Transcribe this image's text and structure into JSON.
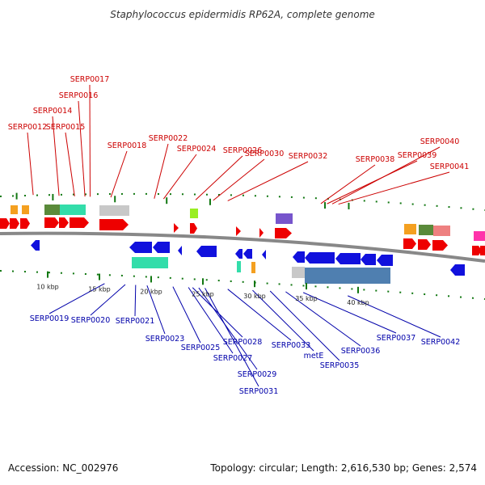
{
  "title": "Staphylococcus epidermidis RP62A, complete genome",
  "footer": {
    "accession": "Accession: NC_002976",
    "topology": "Topology: circular; Length: 2,616,530 bp; Genes: 2,574"
  },
  "colors": {
    "forward_label": "#cc0000",
    "reverse_label": "#0000aa",
    "forward_gene": "#ee0000",
    "reverse_gene": "#1111dd",
    "tick_green": "#117711",
    "backbone": "#888888"
  },
  "ticks": [
    {
      "label": "10 kbp",
      "kbp": 10
    },
    {
      "label": "15 kbp",
      "kbp": 15
    },
    {
      "label": "20 kbp",
      "kbp": 20
    },
    {
      "label": "25 kbp",
      "kbp": 25
    },
    {
      "label": "30 kbp",
      "kbp": 30
    },
    {
      "label": "35 kbp",
      "kbp": 35
    },
    {
      "label": "40 kbp",
      "kbp": 40
    }
  ],
  "genes_forward": [
    {
      "name": "SERP0012",
      "kbp": 8.6
    },
    {
      "name": "SERP0014",
      "kbp": 11.1
    },
    {
      "name": "SERP0015",
      "kbp": 12.6
    },
    {
      "name": "SERP0016",
      "kbp": 13.6
    },
    {
      "name": "SERP0017",
      "kbp": 14.1
    },
    {
      "name": "SERP0018",
      "kbp": 16.1
    },
    {
      "name": "SERP0022",
      "kbp": 20.3
    },
    {
      "name": "SERP0024",
      "kbp": 21.2
    },
    {
      "name": "SERP0026",
      "kbp": 24.3
    },
    {
      "name": "SERP0030",
      "kbp": 26.0
    },
    {
      "name": "SERP0032",
      "kbp": 27.4
    },
    {
      "name": "SERP0038",
      "kbp": 36.4
    },
    {
      "name": "SERP0039",
      "kbp": 37.0
    },
    {
      "name": "SERP0040",
      "kbp": 37.5
    },
    {
      "name": "SERP0041",
      "kbp": 38.1
    }
  ],
  "genes_reverse": [
    {
      "name": "SERP0019",
      "kbp": 15.5
    },
    {
      "name": "SERP0020",
      "kbp": 17.5
    },
    {
      "name": "SERP0021",
      "kbp": 18.5
    },
    {
      "name": "SERP0023",
      "kbp": 19.6
    },
    {
      "name": "SERP0025",
      "kbp": 22.1
    },
    {
      "name": "SERP0027",
      "kbp": 23.6
    },
    {
      "name": "SERP0028",
      "kbp": 24.0
    },
    {
      "name": "SERP0029",
      "kbp": 24.6
    },
    {
      "name": "SERP0031",
      "kbp": 25.2
    },
    {
      "name": "SERP0033",
      "kbp": 27.4
    },
    {
      "name": "metE",
      "kbp": 29.8
    },
    {
      "name": "SERP0035",
      "kbp": 31.5
    },
    {
      "name": "SERP0036",
      "kbp": 33.0
    },
    {
      "name": "SERP0037",
      "kbp": 34.7
    },
    {
      "name": "SERP0042",
      "kbp": 39.0
    }
  ]
}
